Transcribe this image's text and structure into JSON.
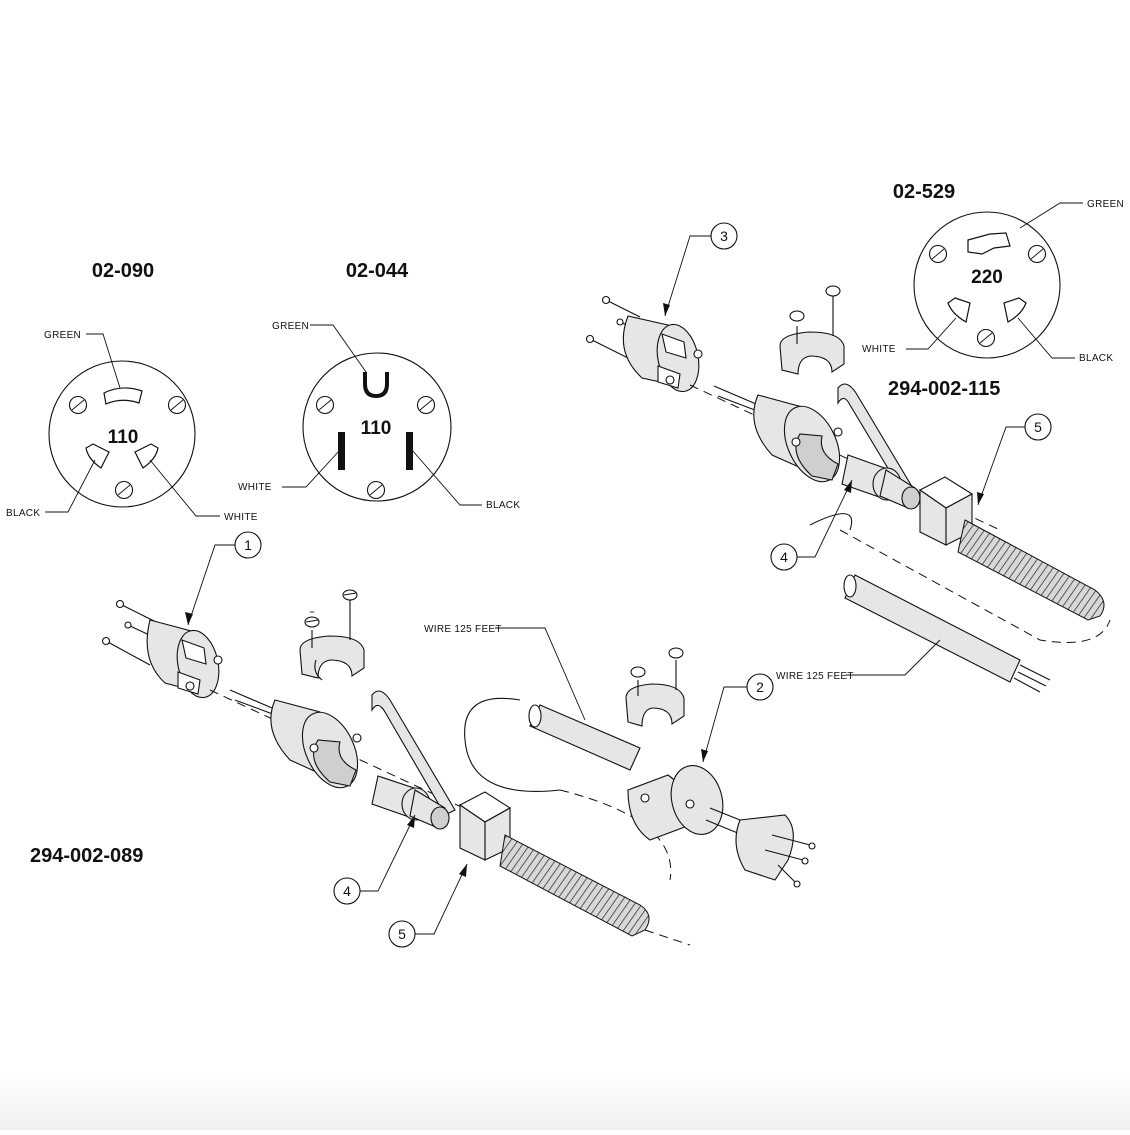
{
  "receptacles": [
    {
      "part": "02-090",
      "voltage": "110",
      "labels": {
        "green": "GREEN",
        "black": "BLACK",
        "white": "WHITE"
      }
    },
    {
      "part": "02-044",
      "voltage": "110",
      "labels": {
        "green": "GREEN",
        "white": "WHITE",
        "black": "BLACK"
      }
    },
    {
      "part": "02-529",
      "voltage": "220",
      "labels": {
        "green": "GREEN",
        "white": "WHITE",
        "black": "BLACK"
      }
    }
  ],
  "assemblies": [
    {
      "part": "294-002-089",
      "wire_label": "WIRE 125 FEET",
      "callouts": [
        "1",
        "2",
        "4",
        "5"
      ]
    },
    {
      "part": "294-002-115",
      "wire_label": "WIRE 125 FEET",
      "callouts": [
        "3",
        "4",
        "5"
      ]
    }
  ],
  "colors": {
    "line": "#111111",
    "fill": "#e6e6e6",
    "background": "#ffffff"
  }
}
